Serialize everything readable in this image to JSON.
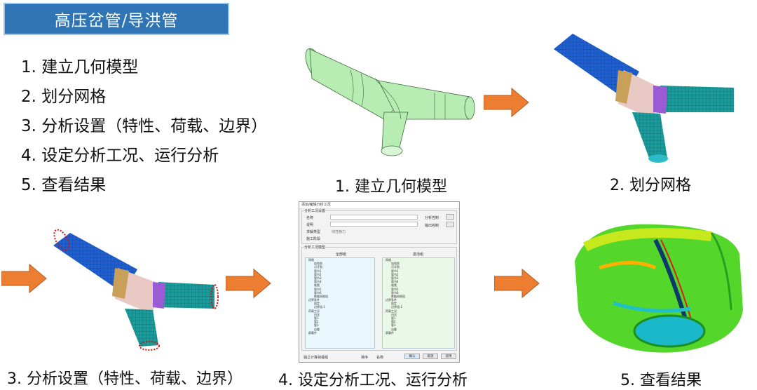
{
  "header": {
    "title": "高压岔管/导洪管"
  },
  "steps": [
    "1. 建立几何模型",
    "2. 划分网格",
    "3. 分析设置（特性、荷载、边界）",
    "4. 设定分析工况、运行分析",
    "5. 查看结果"
  ],
  "captions": {
    "geometry": "1. 建立几何模型",
    "mesh": "2. 划分网格",
    "settings": "3. 分析设置（特性、荷载、边界）",
    "analysis": "4. 设定分析工况、运行分析",
    "results": "5. 查看结果"
  },
  "dialog": {
    "title": "添加/编辑分析工况",
    "group_settings": "分析工况设置",
    "name_label": "名称",
    "desc_label": "说明",
    "solver_label": "求解类型",
    "solver_value": "线性静力",
    "base_label": "施工阶段",
    "control_label": "分析控制",
    "output_label": "输出控制",
    "group_model": "分析工况模型",
    "left_header": "全部组",
    "right_header": "激活组",
    "tree_items": [
      "网格",
      "加劲肋",
      "月牙肋",
      "管节1",
      "管节2",
      "管节3",
      "管节4",
      "锥管",
      "管节5",
      "管节6",
      "数据网格组",
      "边界条件",
      "固定",
      "边界组-1",
      "荷载工况",
      "内压",
      "管1",
      "管2",
      "管3",
      "自重",
      "屏蔽件"
    ],
    "checkbox_label": "独立计算荷载组",
    "sort_label": "排序",
    "sort_value": "名称",
    "ok": "确认",
    "cancel": "取消",
    "apply": "适用"
  },
  "colors": {
    "title_bg": "#2f74b5",
    "arrow": "#ed7d31",
    "geometry_green": "#b7ecb2",
    "mesh_blue": "#1f5fd0",
    "mesh_teal": "#1a9a9a"
  }
}
